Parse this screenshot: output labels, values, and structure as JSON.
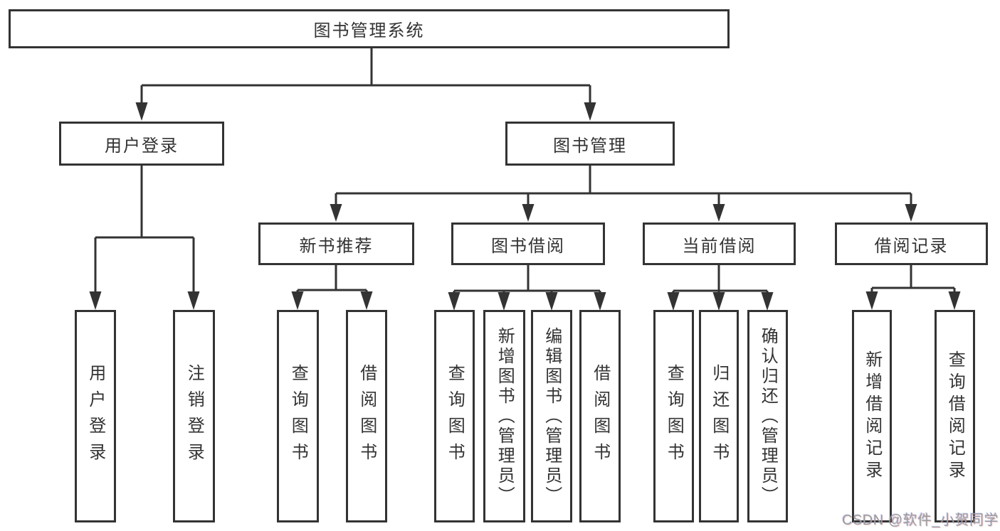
{
  "diagram": {
    "root": {
      "label": "图书管理系统"
    },
    "branches": [
      {
        "label": "用户登录",
        "children": [
          {
            "label": "用户登录"
          },
          {
            "label": "注销登录"
          }
        ]
      },
      {
        "label": "图书管理",
        "children": [
          {
            "label": "新书推荐",
            "children": [
              {
                "label": "查询图书"
              },
              {
                "label": "借阅图书"
              }
            ]
          },
          {
            "label": "图书借阅",
            "children": [
              {
                "label": "查询图书"
              },
              {
                "label": "新增图书（管理员）"
              },
              {
                "label": "编辑图书（管理员）"
              },
              {
                "label": "借阅图书"
              }
            ]
          },
          {
            "label": "当前借阅",
            "children": [
              {
                "label": "查询图书"
              },
              {
                "label": "归还图书"
              },
              {
                "label": "确认归还（管理员）"
              }
            ]
          },
          {
            "label": "借阅记录",
            "children": [
              {
                "label": "新增借阅记录"
              },
              {
                "label": "查询借阅记录"
              }
            ]
          }
        ]
      }
    ]
  },
  "watermark": {
    "text": "CSDN @软件_小贺同学"
  },
  "colors": {
    "line": "#333333",
    "text": "#333333",
    "background": "#ffffff",
    "watermark": "#9c9c9c"
  }
}
